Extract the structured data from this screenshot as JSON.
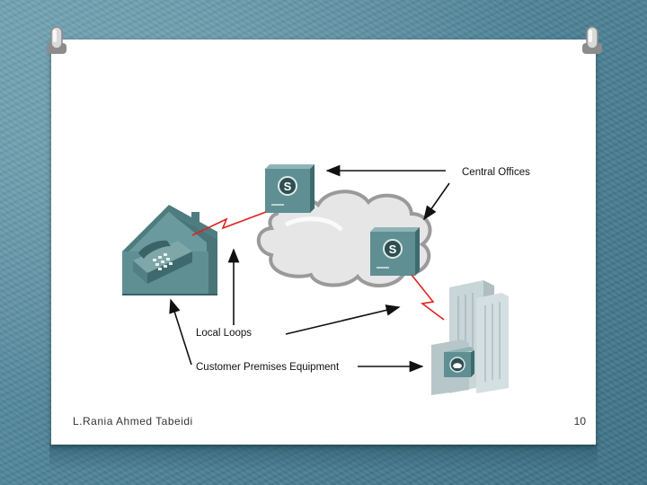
{
  "diagram": {
    "labels": {
      "central_offices": "Central Offices",
      "local_loops": "Local Loops",
      "cpe": "Customer Premises Equipment"
    },
    "switch_symbol": "S",
    "icons": [
      "house-icon",
      "telephone-icon",
      "cloud-icon",
      "switch-icon",
      "office-building-icon",
      "pbx-icon",
      "lightning-link-icon"
    ]
  },
  "footer": {
    "author": "L.Rania Ahmed Tabeidi",
    "page_number": "10"
  },
  "colors": {
    "background": "#4f8599",
    "equipment": "#5f8f92",
    "link": "#e02020",
    "building": "#c9d6d8"
  }
}
